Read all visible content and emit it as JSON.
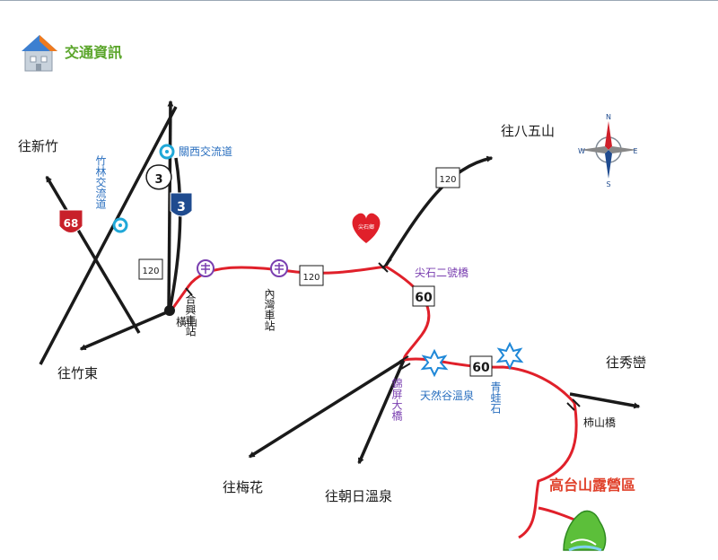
{
  "header": {
    "title": "交通資訊"
  },
  "compass": {
    "n": "N",
    "s": "S",
    "e": "E",
    "w": "W"
  },
  "destinations": {
    "hsinchu": "往新竹",
    "zhudong": "往竹東",
    "bawushan": "往八五山",
    "meihua": "往梅花",
    "chaori_hotspring": "往朝日溫泉",
    "xiuluan": "往秀巒"
  },
  "places": {
    "guanxi_interchange": "關西交流道",
    "zhulin_interchange": "竹林交流道",
    "hengshan": "橫山",
    "hexing_station": "合興車站",
    "neiwan_station": "內灣車站",
    "jianshi_bridge2": "尖石二號橋",
    "jinping_bridge": "錦屏大橋",
    "natural_valley_hotspring": "天然谷溫泉",
    "qingwa_rock": "青蛙石",
    "shishan_bridge": "柿山橋",
    "gaotaishan_camp": "高台山露營區",
    "landmark": "尖石鄉"
  },
  "shields": {
    "nat3": "3",
    "prov3": "3",
    "r68": "68",
    "r120a": "120",
    "r120b": "120",
    "r120c": "120",
    "r60a": "60",
    "r60b": "60"
  },
  "colors": {
    "road": "#1a1a1a",
    "route": "#e0202a",
    "title_green": "#5aa52a",
    "place_blue": "#2a6fbf",
    "place_purple": "#7a3fb0",
    "camp_red": "#e0402a"
  }
}
